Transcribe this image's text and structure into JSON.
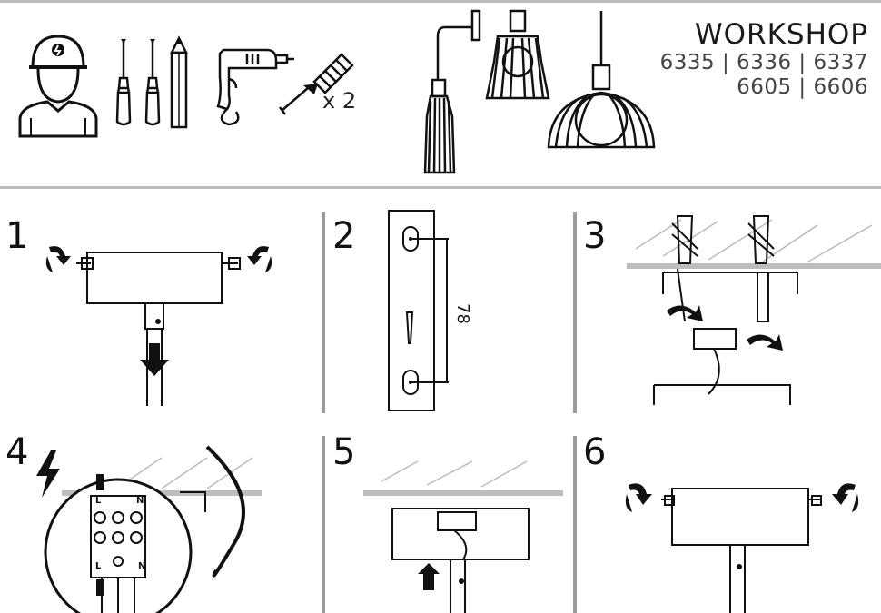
{
  "header": {
    "title": "WORKSHOP",
    "models_line1": "6335 | 6336 | 6337",
    "models_line2": "6605 | 6606",
    "anchor_count": "x 2",
    "tools": [
      "electrician-icon",
      "screwdriver-icon",
      "pencil-icon",
      "drill-icon",
      "wall-plug-icon"
    ]
  },
  "steps": [
    {
      "number": "1"
    },
    {
      "number": "2",
      "dimension": "78"
    },
    {
      "number": "3"
    },
    {
      "number": "4",
      "terminal_labels": [
        "L",
        "N",
        "L",
        "N"
      ]
    },
    {
      "number": "5"
    },
    {
      "number": "6"
    }
  ],
  "colors": {
    "rule": "#bdbdbd",
    "separator": "#9a9a9a",
    "line": "#111111"
  }
}
